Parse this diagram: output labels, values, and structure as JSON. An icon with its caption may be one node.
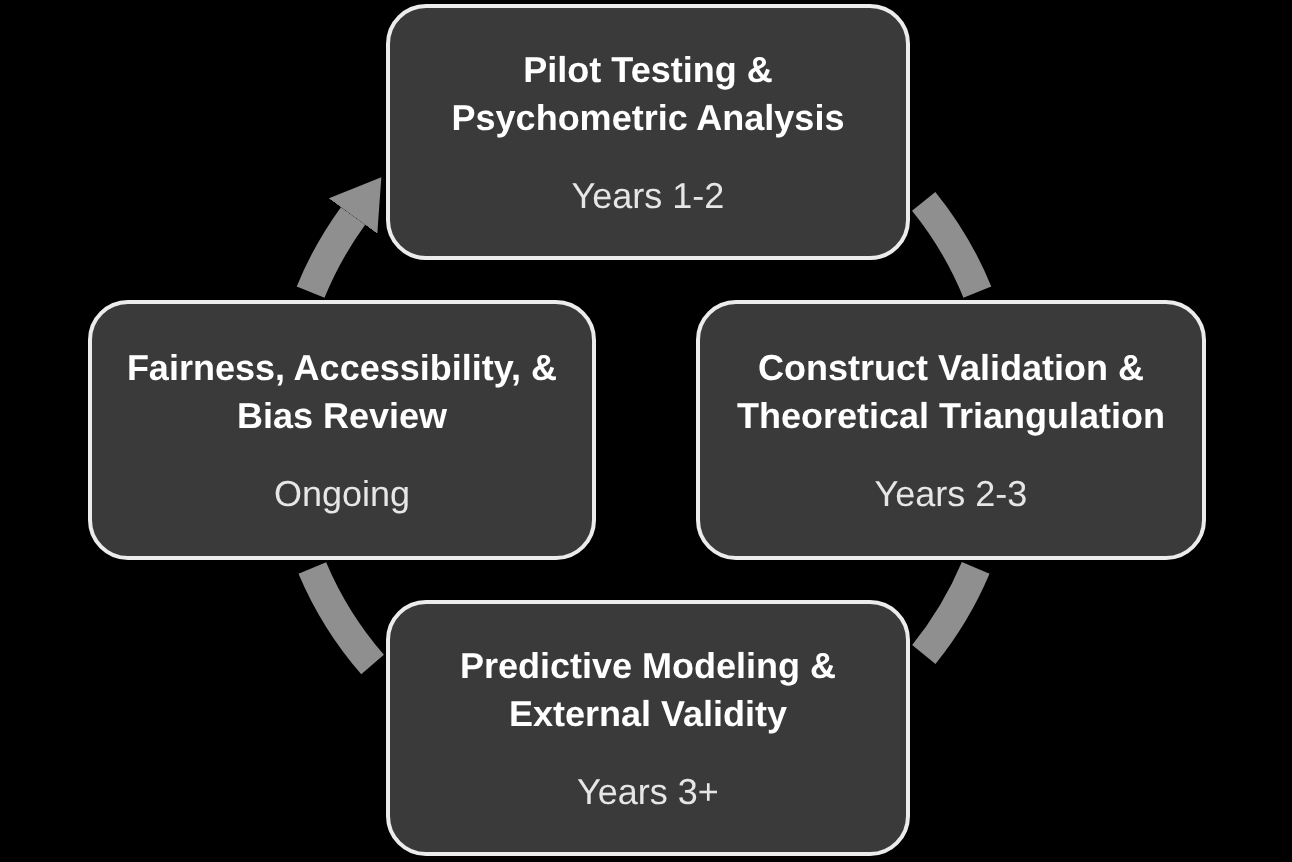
{
  "diagram": {
    "nodes": [
      {
        "text": [
          "Pilot Testing & Psychometric Analysis",
          "Years 1-2"
        ]
      },
      {
        "text": [
          "Fairness, Accessibility, & Bias Review",
          "Ongoing"
        ]
      },
      {
        "text": [
          "Construct Validation & Theoretical Triangulation",
          "Years 2-3"
        ]
      },
      {
        "text": [
          "Predictive Modeling & External Validity",
          "Years 3+"
        ]
      }
    ],
    "edges": [
      {
        "from": 0,
        "to": 2,
        "arrow": "none"
      },
      {
        "from": 2,
        "to": 3,
        "arrow": "none"
      },
      {
        "from": 3,
        "to": 1,
        "arrow": "none"
      },
      {
        "from": 1,
        "to": 0,
        "arrow": "to"
      }
    ]
  }
}
